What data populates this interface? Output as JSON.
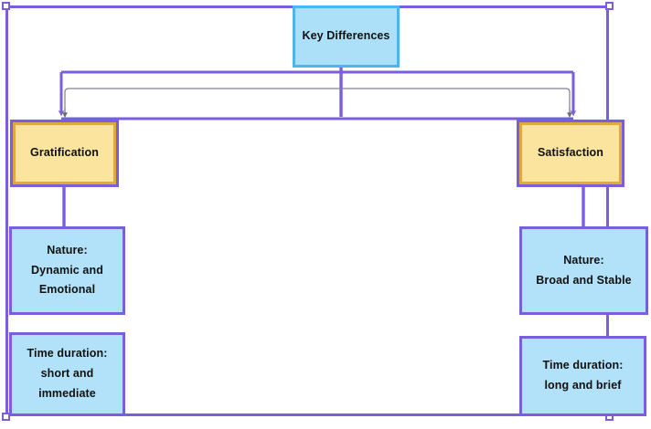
{
  "diagram": {
    "title_node": {
      "label": "Key Differences"
    },
    "categories": [
      {
        "label": "Gratification"
      },
      {
        "label": "Satisfaction"
      }
    ],
    "left_branch": {
      "nature": {
        "lines": [
          "Nature:",
          "Dynamic and",
          "Emotional"
        ]
      },
      "time": {
        "lines": [
          "Time duration:",
          "short and",
          "immediate"
        ]
      }
    },
    "right_branch": {
      "nature": {
        "lines": [
          "Nature:",
          "Broad and Stable"
        ]
      },
      "time": {
        "lines": [
          "Time duration:",
          "long and brief"
        ]
      }
    },
    "colors": {
      "root_fill": "#ace0f9",
      "root_border": "#4ab5ee",
      "box_fill": "#b2e2fa",
      "box_border": "#7b5ede",
      "category_fill": "#fae49e",
      "category_border": "#e0a93c",
      "connector": "#7b5ede",
      "connector_secondary": "#808090",
      "frame": "#7b5ede",
      "background": "#ffffff"
    }
  }
}
